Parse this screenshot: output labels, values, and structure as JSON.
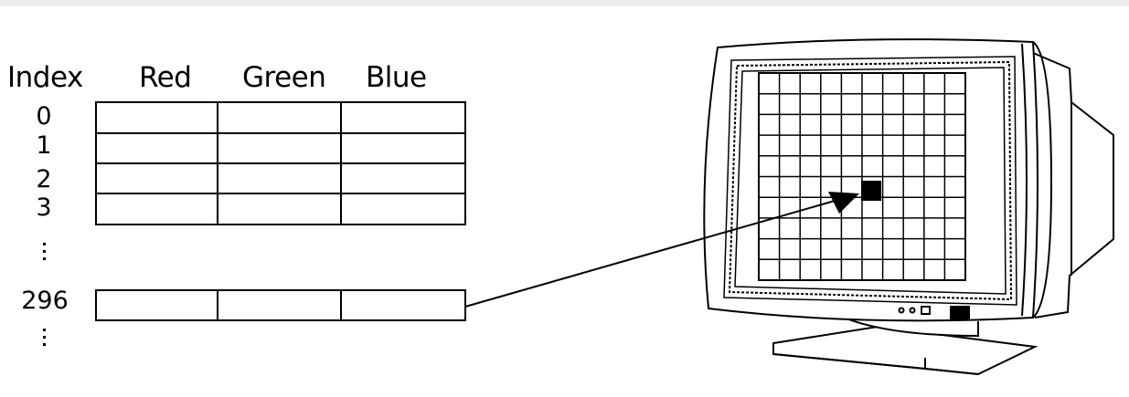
{
  "table": {
    "headers": {
      "index": "Index",
      "red": "Red",
      "green": "Green",
      "blue": "Blue"
    },
    "rows": [
      "0",
      "1",
      "2",
      "3"
    ],
    "highlighted_row": "296"
  },
  "colors": {
    "ink": "#000000",
    "background": "#ffffff",
    "top_bar": "#ececec"
  },
  "icons": {
    "monitor": "crt-monitor-icon",
    "ellipsis": "vertical-ellipsis-icon",
    "pointer": "arrow-pointer"
  }
}
